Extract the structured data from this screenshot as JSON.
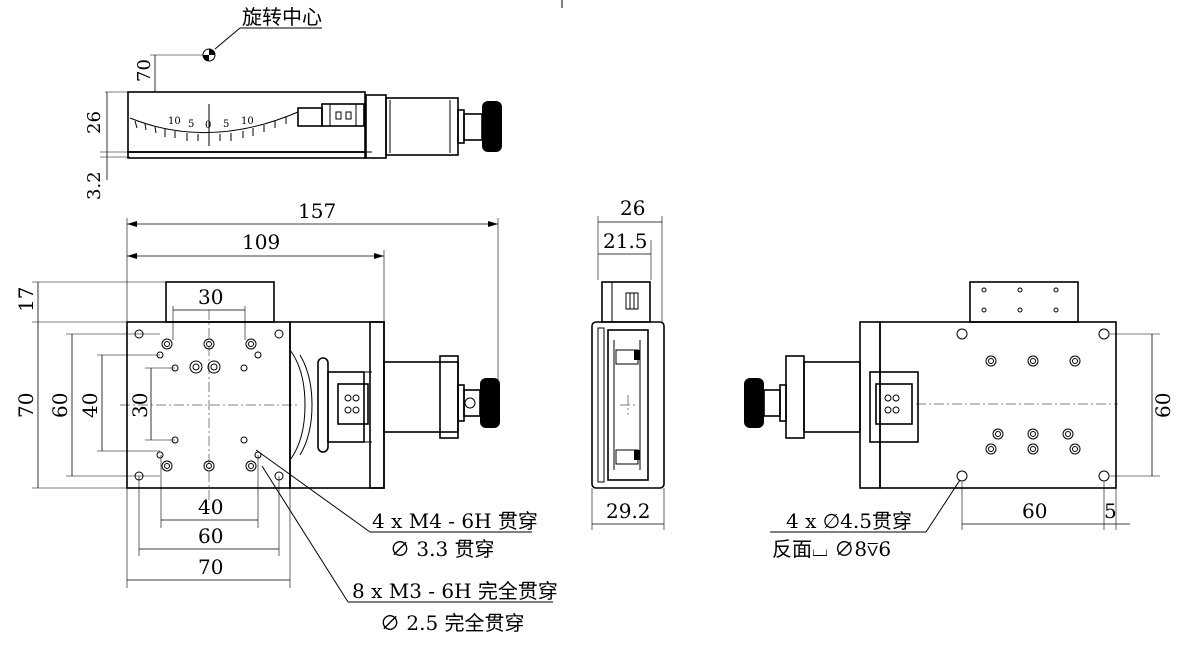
{
  "top_view": {
    "rotation_center_label": "旋转中心",
    "dim_70": "70",
    "dim_26": "26",
    "dim_3_2": "3.2",
    "scale_labels": [
      "10",
      "5",
      "0",
      "5",
      "10"
    ]
  },
  "front_view": {
    "dim_157": "157",
    "dim_109": "109",
    "dim_30_top": "30",
    "dim_17": "17",
    "dim_70_left": "70",
    "dim_60_left": "60",
    "dim_40_left": "40",
    "dim_30_left": "30",
    "dim_40_bottom": "40",
    "dim_60_bottom": "60",
    "dim_70_bottom": "70",
    "note_m4_line1": "4 x  M4 - 6H 贯穿",
    "note_m4_line2": "∅  3.3 贯穿",
    "note_m3_line1": "8 x  M3 - 6H 完全贯穿",
    "note_m3_line2": "∅  2.5 完全贯穿"
  },
  "side_view": {
    "dim_26": "26",
    "dim_21_5": "21.5",
    "dim_29_2": "29.2"
  },
  "back_view": {
    "dim_60_right": "60",
    "dim_60_bottom": "60",
    "dim_5": "5",
    "note_line1": "4 x  ∅4.5贯穿",
    "note_line2": "反面⌴  ∅8⊽6"
  }
}
